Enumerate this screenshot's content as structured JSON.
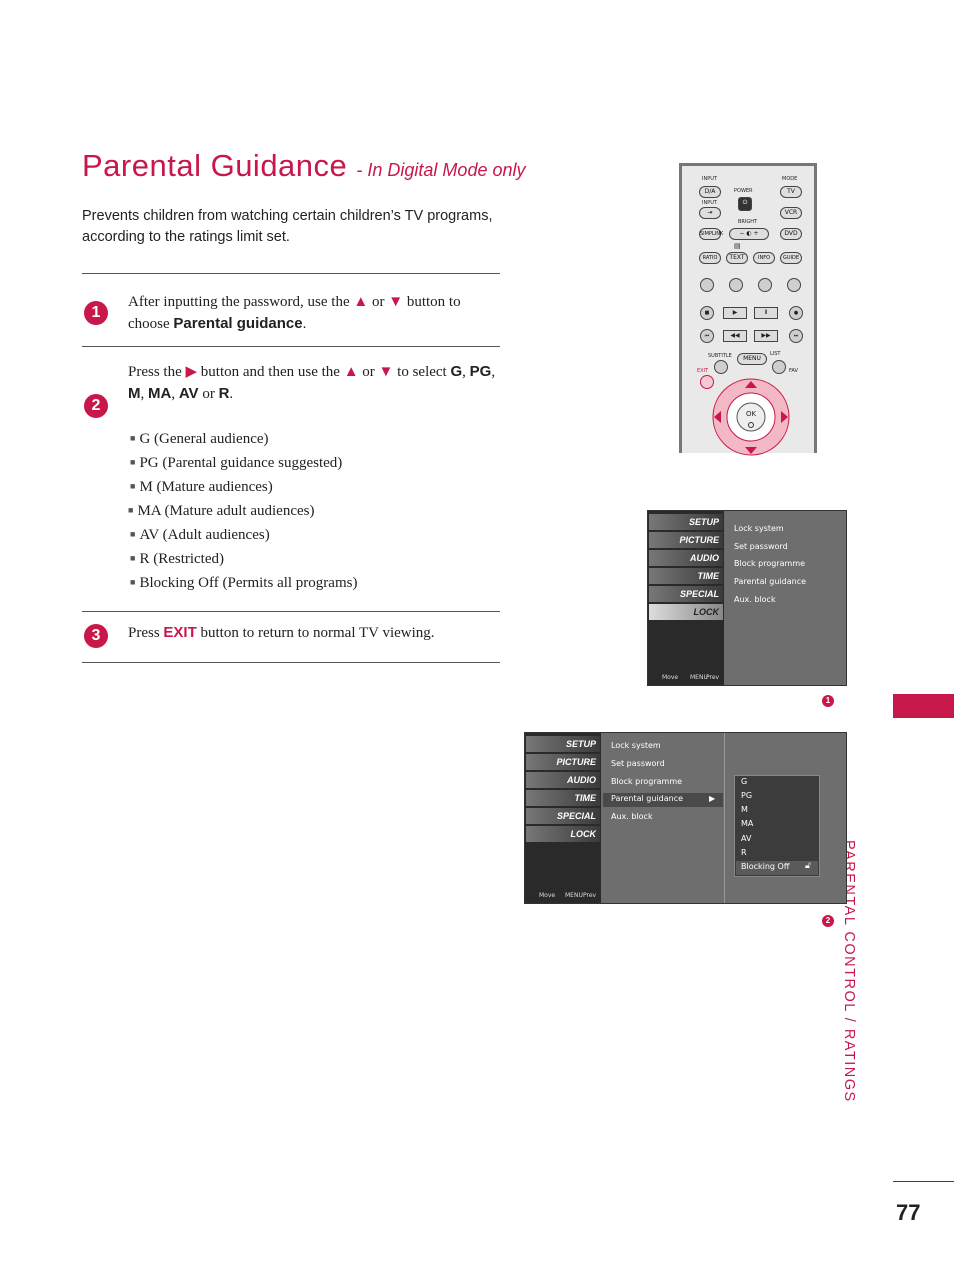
{
  "header": {
    "title": "Parental Guidance",
    "subtitle": "- In Digital Mode only"
  },
  "intro": "Prevents children from watching certain children’s TV programs, according to the ratings limit set.",
  "steps": [
    {
      "number": "1",
      "t1": "After inputting the password, use the",
      "or": "or",
      "t2": "button to choose",
      "highlight": "Parental guidance",
      "end": "."
    },
    {
      "number": "2",
      "t1": "Press the",
      "t2": "button and then use the",
      "or": "or",
      "t3": "to select",
      "r_g": "G",
      "r_pg": "PG",
      "r_m": "M",
      "r_ma": "MA",
      "r_av": "AV",
      "r_r": "R",
      "or2": "or",
      "end": "."
    },
    {
      "number": "3",
      "t1": "Press",
      "highlight": "EXIT",
      "t2": "button to return to normal TV viewing."
    }
  ],
  "options": [
    "G (General audience)",
    "PG (Parental guidance suggested)",
    "M (Mature audiences)",
    "MA (Mature adult audiences)",
    "AV (Adult audiences)",
    "R (Restricted)",
    "Blocking Off (Permits all programs)"
  ],
  "side_label": "PARENTAL CONTROL / RATINGS",
  "page_number": "77",
  "remote": {
    "input": "INPUT",
    "mode": "MODE",
    "da": "D/A",
    "power": "POWER",
    "tv": "TV",
    "input2": "INPUT",
    "vcr": "VCR",
    "bright": "BRIGHT",
    "simplink": "SIMPLINK",
    "dvd": "DVD",
    "ratio": "RATIO",
    "text": "TEXT",
    "info": "INFO",
    "guide": "GUIDE",
    "subtitle": "SUBTITLE",
    "list": "LIST",
    "menu": "MENU",
    "exit": "EXIT",
    "fav": "FAV",
    "ok": "OK",
    "minus": "−",
    "plus": "+"
  },
  "menu_tabs": [
    "SETUP",
    "PICTURE",
    "AUDIO",
    "TIME",
    "SPECIAL",
    "LOCK"
  ],
  "menu_items": [
    "Lock system",
    "Set password",
    "Block programme",
    "Parental guidance",
    "Aux. block"
  ],
  "menu_hint": {
    "move": "Move",
    "menu": "MENU",
    "prev": "Prev"
  },
  "ratings_popup": [
    "G",
    "PG",
    "M",
    "MA",
    "AV",
    "R",
    "Blocking Off"
  ],
  "screen_markers": [
    "1",
    "2"
  ],
  "colors": {
    "accent": "#c8174a"
  }
}
